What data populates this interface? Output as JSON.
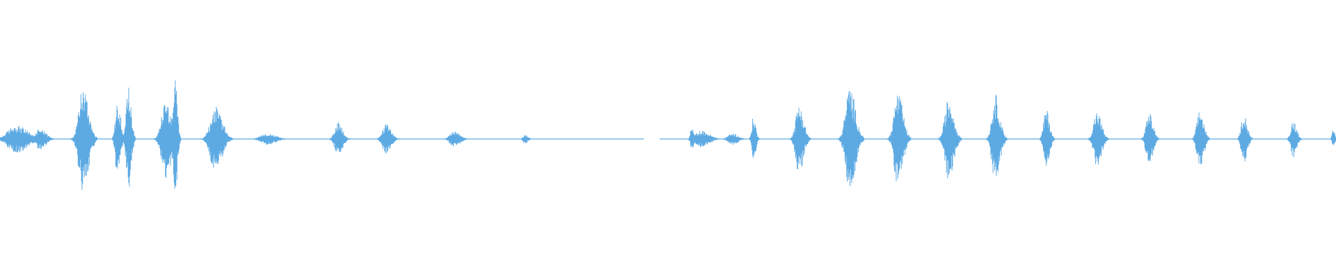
{
  "waveform": {
    "color": "#5DAAE3",
    "background": "#FFFFFF",
    "segments": [
      {
        "name": "bursts-1",
        "bursts": [
          {
            "center": 0.012,
            "amp": 0.12,
            "width": 0.02
          },
          {
            "center": 0.03,
            "amp": 0.1,
            "width": 0.01
          },
          {
            "center": 0.062,
            "amp": 0.45,
            "width": 0.01
          },
          {
            "center": 0.088,
            "amp": 0.36,
            "width": 0.005
          },
          {
            "center": 0.096,
            "amp": 0.47,
            "width": 0.005
          },
          {
            "center": 0.124,
            "amp": 0.34,
            "width": 0.01
          },
          {
            "center": 0.131,
            "amp": 0.5,
            "width": 0.004
          },
          {
            "center": 0.161,
            "amp": 0.28,
            "width": 0.012
          },
          {
            "center": 0.2,
            "amp": 0.05,
            "width": 0.015
          },
          {
            "center": 0.253,
            "amp": 0.15,
            "width": 0.008
          },
          {
            "center": 0.289,
            "amp": 0.13,
            "width": 0.009
          },
          {
            "center": 0.34,
            "amp": 0.07,
            "width": 0.01
          },
          {
            "center": 0.393,
            "amp": 0.04,
            "width": 0.005
          }
        ]
      },
      {
        "name": "bursts-2",
        "bursts": [
          {
            "center": 0.518,
            "amp": 0.1,
            "width": 0.004
          },
          {
            "center": 0.525,
            "amp": 0.07,
            "width": 0.014
          },
          {
            "center": 0.548,
            "amp": 0.05,
            "width": 0.01
          },
          {
            "center": 0.564,
            "amp": 0.2,
            "width": 0.004
          },
          {
            "center": 0.598,
            "amp": 0.3,
            "width": 0.008
          },
          {
            "center": 0.636,
            "amp": 0.45,
            "width": 0.01
          },
          {
            "center": 0.672,
            "amp": 0.4,
            "width": 0.009
          },
          {
            "center": 0.71,
            "amp": 0.35,
            "width": 0.009
          },
          {
            "center": 0.745,
            "amp": 0.38,
            "width": 0.008
          },
          {
            "center": 0.783,
            "amp": 0.26,
            "width": 0.006
          },
          {
            "center": 0.821,
            "amp": 0.24,
            "width": 0.008
          },
          {
            "center": 0.86,
            "amp": 0.23,
            "width": 0.007
          },
          {
            "center": 0.898,
            "amp": 0.25,
            "width": 0.007
          },
          {
            "center": 0.931,
            "amp": 0.22,
            "width": 0.006
          },
          {
            "center": 0.968,
            "amp": 0.16,
            "width": 0.006
          },
          {
            "center": 0.998,
            "amp": 0.08,
            "width": 0.003
          }
        ]
      }
    ]
  }
}
